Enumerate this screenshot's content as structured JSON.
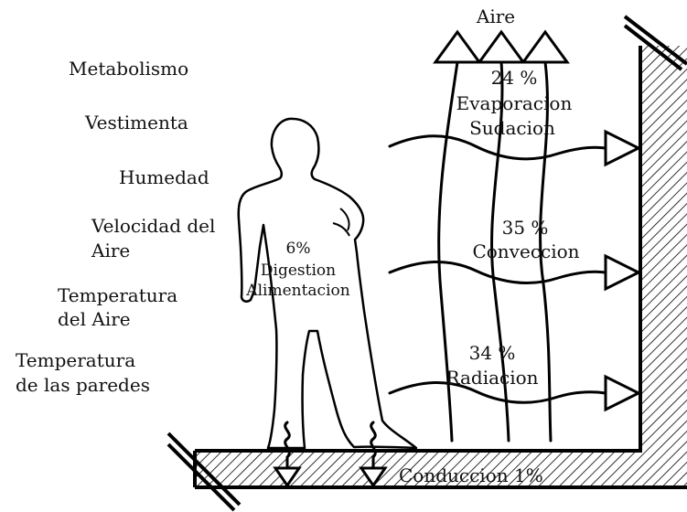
{
  "factors": [
    {
      "line1": "Metabolismo",
      "line2": ""
    },
    {
      "line1": "Vestimenta",
      "line2": ""
    },
    {
      "line1": "Humedad",
      "line2": ""
    },
    {
      "line1": "Velocidad del",
      "line2": "Aire"
    },
    {
      "line1": "Temperatura",
      "line2": "del Aire"
    },
    {
      "line1": "Temperatura",
      "line2": "de las paredes"
    }
  ],
  "air_label": "Aire",
  "evaporation": {
    "percent": "24 %",
    "line1": "Evaporacion",
    "line2": "Sudacion"
  },
  "convection": {
    "percent": "35 %",
    "label": "Conveccion"
  },
  "radiation": {
    "percent": "34 %",
    "label": "Radiacion"
  },
  "digestion": {
    "percent": "6%",
    "line1": "Digestion",
    "line2": "Alimentacion"
  },
  "conduction": {
    "label": "Conduccion 1%"
  }
}
